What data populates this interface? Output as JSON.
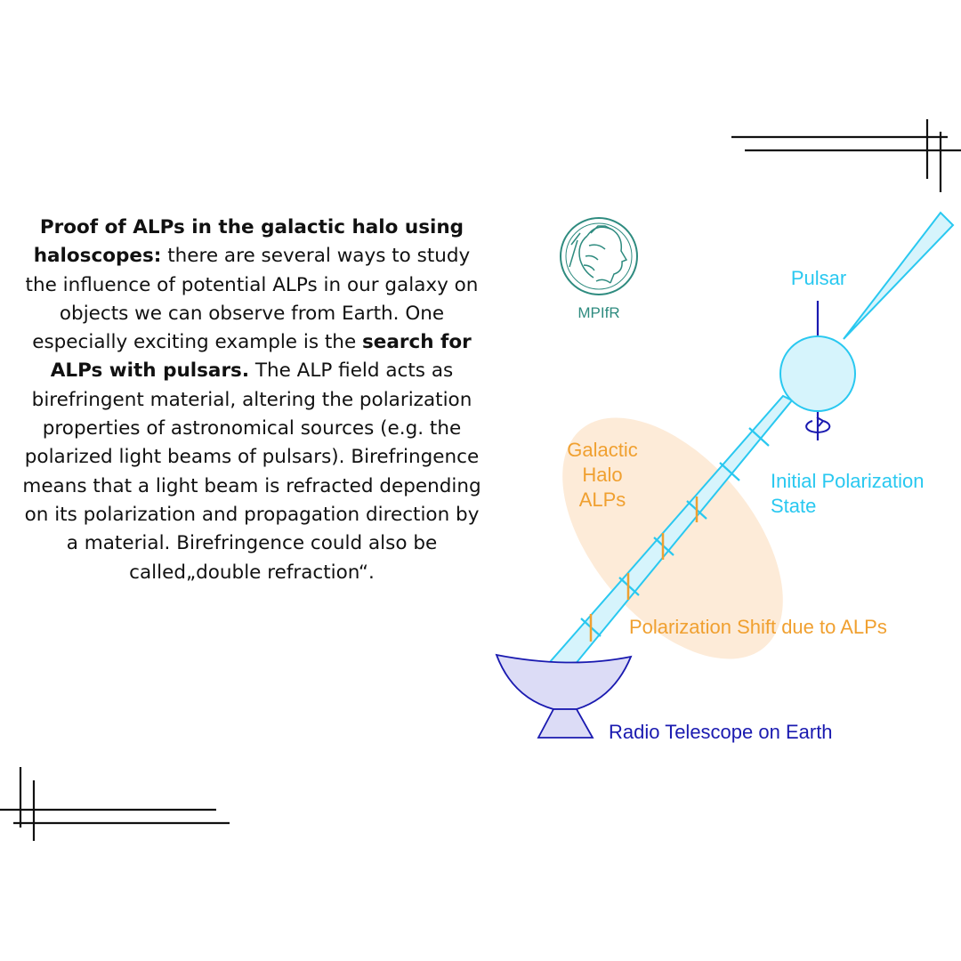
{
  "description": {
    "bold_lead": "Proof of ALPs in the galactic halo using haloscopes:",
    "text_a": " there are several ways to study the influence of potential ALPs in our galaxy on objects we can observe from Earth. One especially exciting example is the ",
    "bold_mid": "search for ALPs with pulsars.",
    "text_b": " The ALP field acts as birefringent material, altering the polarization properties of astronomical sources (e.g. the polarized light beams of pulsars). Birefringence means that a light beam is refracted depending on its polarization and propagation direction by a material. Birefringence could also be called„double refraction“."
  },
  "logo": {
    "text": "MPIfR"
  },
  "labels": {
    "pulsar": "Pulsar",
    "initial_polarization_line1": "Initial Polarization",
    "initial_polarization_line2": "State",
    "halo_line1": "Galactic",
    "halo_line2": "Halo",
    "halo_line3": "ALPs",
    "polarization_shift": "Polarization Shift due to ALPs",
    "telescope": "Radio Telescope on Earth"
  },
  "colors": {
    "cyan": "#29c8f0",
    "cyan_fill": "#d6f4fc",
    "orange": "#f0a030",
    "halo_fill": "#fdebd8",
    "navy": "#1a1ab0",
    "dish_fill": "#dcdcf6",
    "logo_teal": "#2e8b7f"
  }
}
